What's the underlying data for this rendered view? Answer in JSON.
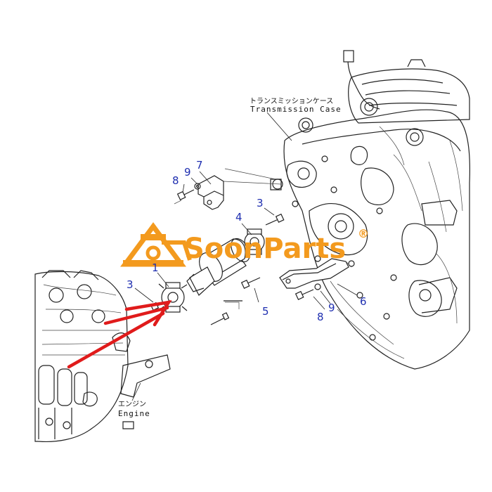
{
  "labels": {
    "transmission_jp": "トランスミッションケース",
    "transmission_en": "Transmission Case",
    "engine_jp": "エンジン",
    "engine_en": "Engine"
  },
  "watermark": {
    "brand": "SoonParts",
    "registered": "®",
    "color": "#f39a1e"
  },
  "callouts": {
    "c1": "1",
    "c3a": "3",
    "c3b": "3",
    "c4": "4",
    "c5": "5",
    "c6": "6",
    "c7": "7",
    "c8a": "8",
    "c8b": "8",
    "c9a": "9",
    "c9b": "9"
  },
  "colors": {
    "callout": "#1f2fb0",
    "arrow": "#e01b1b",
    "line": "#222222"
  }
}
